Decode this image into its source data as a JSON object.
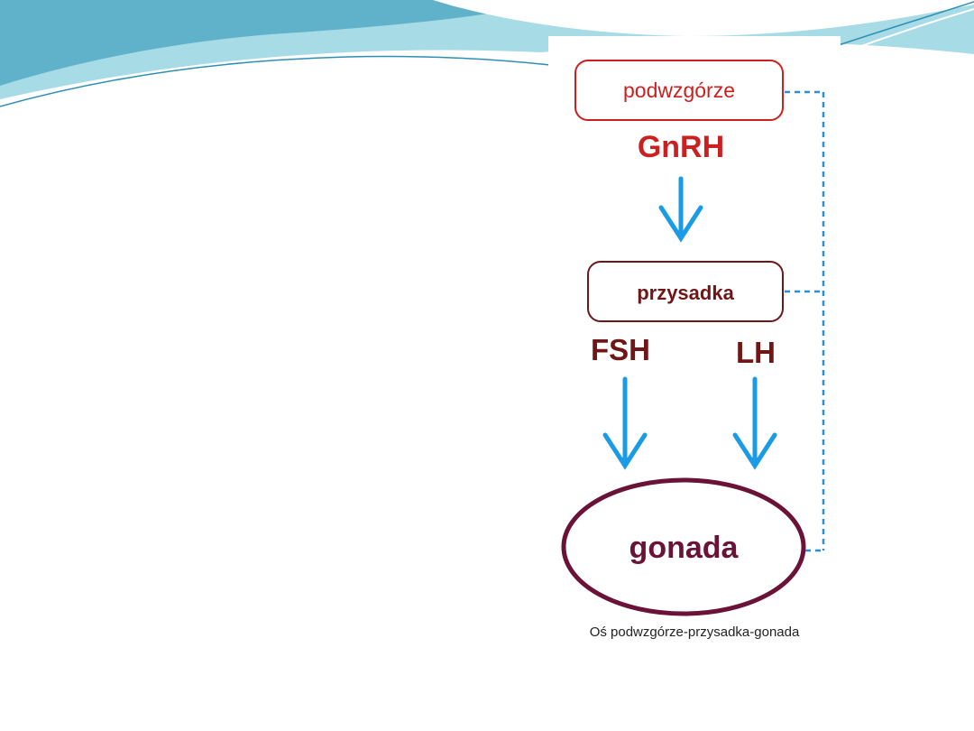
{
  "colors": {
    "wave_dark": "#5aaec7",
    "wave_light": "#9fd6e2",
    "hypothalamus_red": "#cc1f1f",
    "dark_red": "#701616",
    "gonad_purple": "#6b1238",
    "arrow_blue": "#1a9be6",
    "feedback_blue": "#2a90d6"
  },
  "diagram": {
    "nodes": {
      "hypothalamus": "podwzgórze",
      "pituitary": "przysadka",
      "gonad": "gonada"
    },
    "hormones": {
      "gnrh": "GnRH",
      "fsh": "FSH",
      "lh": "LH"
    },
    "caption": "Oś podwzgórze-przysadka-gonada"
  }
}
